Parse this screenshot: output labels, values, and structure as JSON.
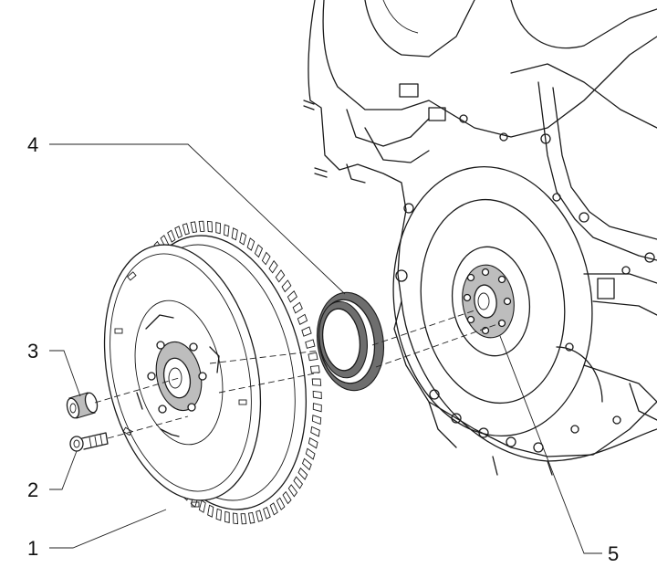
{
  "callouts": [
    {
      "id": "1",
      "label": "1"
    },
    {
      "id": "2",
      "label": "2"
    },
    {
      "id": "3",
      "label": "3"
    },
    {
      "id": "4",
      "label": "4"
    },
    {
      "id": "5",
      "label": "5"
    }
  ],
  "colors": {
    "line": "#1a1a1a",
    "seal_fill": "#6e6e6e",
    "face_fill": "#bdbdbd",
    "background": "#ffffff"
  }
}
